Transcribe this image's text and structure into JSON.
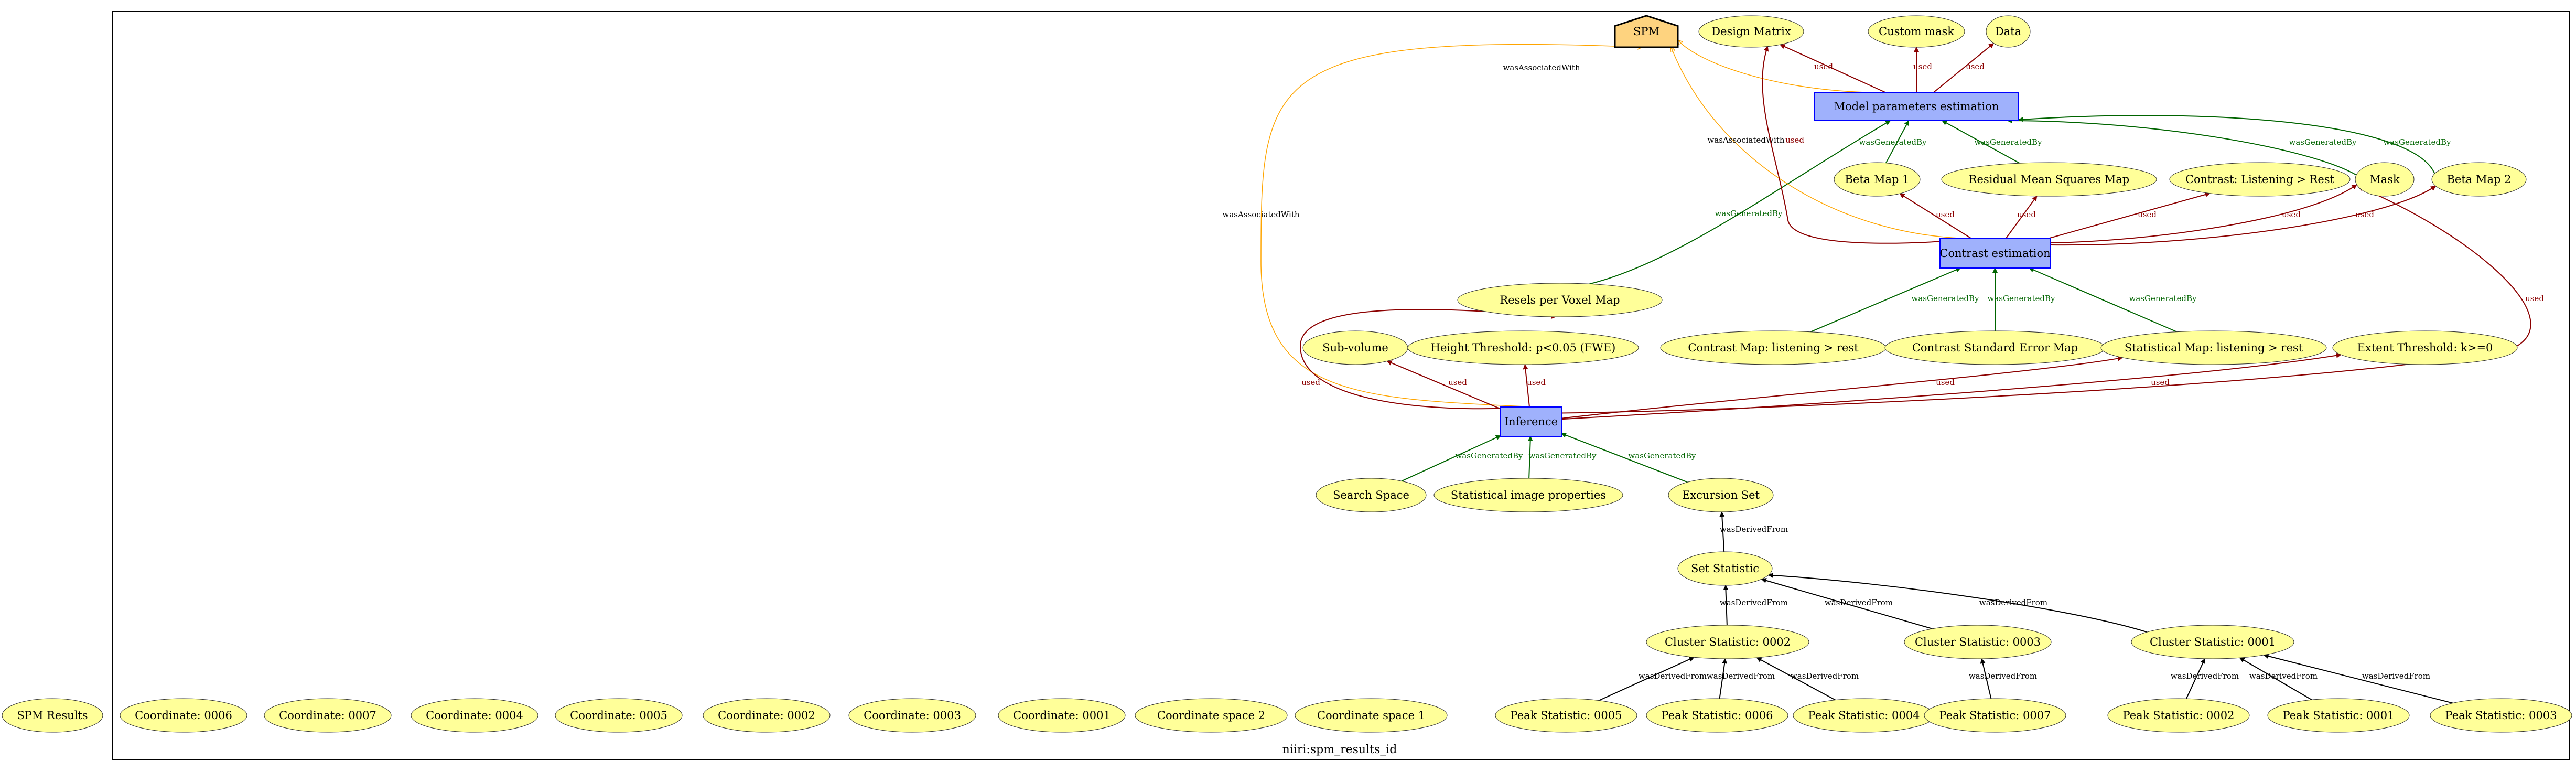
{
  "colors": {
    "entity_fill": "#ffff99",
    "entity_stroke": "#333333",
    "activity_fill": "#9fb1fc",
    "activity_stroke": "#0000ff",
    "agent_fill": "#fed37f",
    "agent_stroke": "#000000",
    "generated": "#006400",
    "used": "#8b0000",
    "associated": "#ffa500",
    "derived": "#000000",
    "frame": "#000000"
  },
  "caption": "niiri:spm_results_id",
  "nodes": {
    "spm": {
      "label": "SPM",
      "kind": "agent"
    },
    "design_matrix": {
      "label": "Design Matrix",
      "kind": "entity"
    },
    "custom_mask": {
      "label": "Custom mask",
      "kind": "entity"
    },
    "data": {
      "label": "Data",
      "kind": "entity"
    },
    "model_estimation": {
      "label": "Model parameters estimation",
      "kind": "activity"
    },
    "beta_map_1": {
      "label": "Beta Map 1",
      "kind": "entity"
    },
    "resms": {
      "label": "Residual Mean Squares Map",
      "kind": "entity"
    },
    "contrast_listening": {
      "label": "Contrast: Listening > Rest",
      "kind": "entity"
    },
    "mask": {
      "label": "Mask",
      "kind": "entity"
    },
    "beta_map_2": {
      "label": "Beta Map 2",
      "kind": "entity"
    },
    "contrast_estimation": {
      "label": "Contrast estimation",
      "kind": "activity"
    },
    "resels": {
      "label": "Resels per Voxel Map",
      "kind": "entity"
    },
    "subvolume": {
      "label": "Sub-volume",
      "kind": "entity"
    },
    "height_threshold": {
      "label": "Height Threshold: p<0.05 (FWE)",
      "kind": "entity"
    },
    "contrast_map": {
      "label": "Contrast Map: listening > rest",
      "kind": "entity"
    },
    "contrast_se": {
      "label": "Contrast Standard Error Map",
      "kind": "entity"
    },
    "stat_map": {
      "label": "Statistical Map: listening > rest",
      "kind": "entity"
    },
    "extent_threshold": {
      "label": "Extent Threshold: k>=0",
      "kind": "entity"
    },
    "inference": {
      "label": "Inference",
      "kind": "activity"
    },
    "search_space": {
      "label": "Search Space",
      "kind": "entity"
    },
    "stat_image_props": {
      "label": "Statistical image properties",
      "kind": "entity"
    },
    "excursion_set": {
      "label": "Excursion Set",
      "kind": "entity"
    },
    "set_statistic": {
      "label": "Set Statistic",
      "kind": "entity"
    },
    "cluster_0002": {
      "label": "Cluster Statistic: 0002",
      "kind": "entity"
    },
    "cluster_0003": {
      "label": "Cluster Statistic: 0003",
      "kind": "entity"
    },
    "cluster_0001": {
      "label": "Cluster Statistic: 0001",
      "kind": "entity"
    },
    "spm_results": {
      "label": "SPM Results",
      "kind": "entity"
    },
    "coord_0006": {
      "label": "Coordinate: 0006",
      "kind": "entity"
    },
    "coord_0007": {
      "label": "Coordinate: 0007",
      "kind": "entity"
    },
    "coord_0004": {
      "label": "Coordinate: 0004",
      "kind": "entity"
    },
    "coord_0005": {
      "label": "Coordinate: 0005",
      "kind": "entity"
    },
    "coord_0002": {
      "label": "Coordinate: 0002",
      "kind": "entity"
    },
    "coord_0003": {
      "label": "Coordinate: 0003",
      "kind": "entity"
    },
    "coord_0001": {
      "label": "Coordinate: 0001",
      "kind": "entity"
    },
    "coord_space_2": {
      "label": "Coordinate space 2",
      "kind": "entity"
    },
    "coord_space_1": {
      "label": "Coordinate space 1",
      "kind": "entity"
    },
    "peak_0005": {
      "label": "Peak Statistic: 0005",
      "kind": "entity"
    },
    "peak_0006": {
      "label": "Peak Statistic: 0006",
      "kind": "entity"
    },
    "peak_0004": {
      "label": "Peak Statistic: 0004",
      "kind": "entity"
    },
    "peak_0007": {
      "label": "Peak Statistic: 0007",
      "kind": "entity"
    },
    "peak_0002": {
      "label": "Peak Statistic: 0002",
      "kind": "entity"
    },
    "peak_0001": {
      "label": "Peak Statistic: 0001",
      "kind": "entity"
    },
    "peak_0003": {
      "label": "Peak Statistic: 0003",
      "kind": "entity"
    }
  },
  "edges": [
    {
      "from": "model_estimation",
      "to": "spm",
      "label": "wasAssociatedWith",
      "type": "associated"
    },
    {
      "from": "model_estimation",
      "to": "design_matrix",
      "label": "used",
      "type": "used"
    },
    {
      "from": "model_estimation",
      "to": "custom_mask",
      "label": "used",
      "type": "used"
    },
    {
      "from": "model_estimation",
      "to": "data",
      "label": "used",
      "type": "used"
    },
    {
      "from": "beta_map_1",
      "to": "model_estimation",
      "label": "wasGeneratedBy",
      "type": "generated"
    },
    {
      "from": "resms",
      "to": "model_estimation",
      "label": "wasGeneratedBy",
      "type": "generated"
    },
    {
      "from": "mask",
      "to": "model_estimation",
      "label": "wasGeneratedBy",
      "type": "generated"
    },
    {
      "from": "beta_map_2",
      "to": "model_estimation",
      "label": "wasGeneratedBy",
      "type": "generated"
    },
    {
      "from": "resels",
      "to": "model_estimation",
      "label": "wasGeneratedBy",
      "type": "generated"
    },
    {
      "from": "contrast_estimation",
      "to": "spm",
      "label": "wasAssociatedWith",
      "type": "associated"
    },
    {
      "from": "contrast_estimation",
      "to": "design_matrix",
      "label": "used",
      "type": "used"
    },
    {
      "from": "contrast_estimation",
      "to": "beta_map_1",
      "label": "used",
      "type": "used"
    },
    {
      "from": "contrast_estimation",
      "to": "resms",
      "label": "used",
      "type": "used"
    },
    {
      "from": "contrast_estimation",
      "to": "contrast_listening",
      "label": "used",
      "type": "used"
    },
    {
      "from": "contrast_estimation",
      "to": "mask",
      "label": "used",
      "type": "used"
    },
    {
      "from": "contrast_estimation",
      "to": "beta_map_2",
      "label": "used",
      "type": "used"
    },
    {
      "from": "contrast_map",
      "to": "contrast_estimation",
      "label": "wasGeneratedBy",
      "type": "generated"
    },
    {
      "from": "contrast_se",
      "to": "contrast_estimation",
      "label": "wasGeneratedBy",
      "type": "generated"
    },
    {
      "from": "stat_map",
      "to": "contrast_estimation",
      "label": "wasGeneratedBy",
      "type": "generated"
    },
    {
      "from": "inference",
      "to": "spm",
      "label": "wasAssociatedWith",
      "type": "associated"
    },
    {
      "from": "inference",
      "to": "resels",
      "label": "used",
      "type": "used"
    },
    {
      "from": "inference",
      "to": "subvolume",
      "label": "used",
      "type": "used"
    },
    {
      "from": "inference",
      "to": "height_threshold",
      "label": "used",
      "type": "used"
    },
    {
      "from": "inference",
      "to": "stat_map",
      "label": "used",
      "type": "used"
    },
    {
      "from": "inference",
      "to": "extent_threshold",
      "label": "used",
      "type": "used"
    },
    {
      "from": "inference",
      "to": "mask",
      "label": "used",
      "type": "used"
    },
    {
      "from": "search_space",
      "to": "inference",
      "label": "wasGeneratedBy",
      "type": "generated"
    },
    {
      "from": "stat_image_props",
      "to": "inference",
      "label": "wasGeneratedBy",
      "type": "generated"
    },
    {
      "from": "excursion_set",
      "to": "inference",
      "label": "wasGeneratedBy",
      "type": "generated"
    },
    {
      "from": "set_statistic",
      "to": "excursion_set",
      "label": "wasDerivedFrom",
      "type": "derived"
    },
    {
      "from": "cluster_0002",
      "to": "set_statistic",
      "label": "wasDerivedFrom",
      "type": "derived"
    },
    {
      "from": "cluster_0003",
      "to": "set_statistic",
      "label": "wasDerivedFrom",
      "type": "derived"
    },
    {
      "from": "cluster_0001",
      "to": "set_statistic",
      "label": "wasDerivedFrom",
      "type": "derived"
    },
    {
      "from": "peak_0005",
      "to": "cluster_0002",
      "label": "wasDerivedFrom",
      "type": "derived"
    },
    {
      "from": "peak_0006",
      "to": "cluster_0002",
      "label": "wasDerivedFrom",
      "type": "derived"
    },
    {
      "from": "peak_0004",
      "to": "cluster_0002",
      "label": "wasDerivedFrom",
      "type": "derived"
    },
    {
      "from": "peak_0007",
      "to": "cluster_0003",
      "label": "wasDerivedFrom",
      "type": "derived"
    },
    {
      "from": "peak_0002",
      "to": "cluster_0001",
      "label": "wasDerivedFrom",
      "type": "derived"
    },
    {
      "from": "peak_0001",
      "to": "cluster_0001",
      "label": "wasDerivedFrom",
      "type": "derived"
    },
    {
      "from": "peak_0003",
      "to": "cluster_0001",
      "label": "wasDerivedFrom",
      "type": "derived"
    }
  ]
}
